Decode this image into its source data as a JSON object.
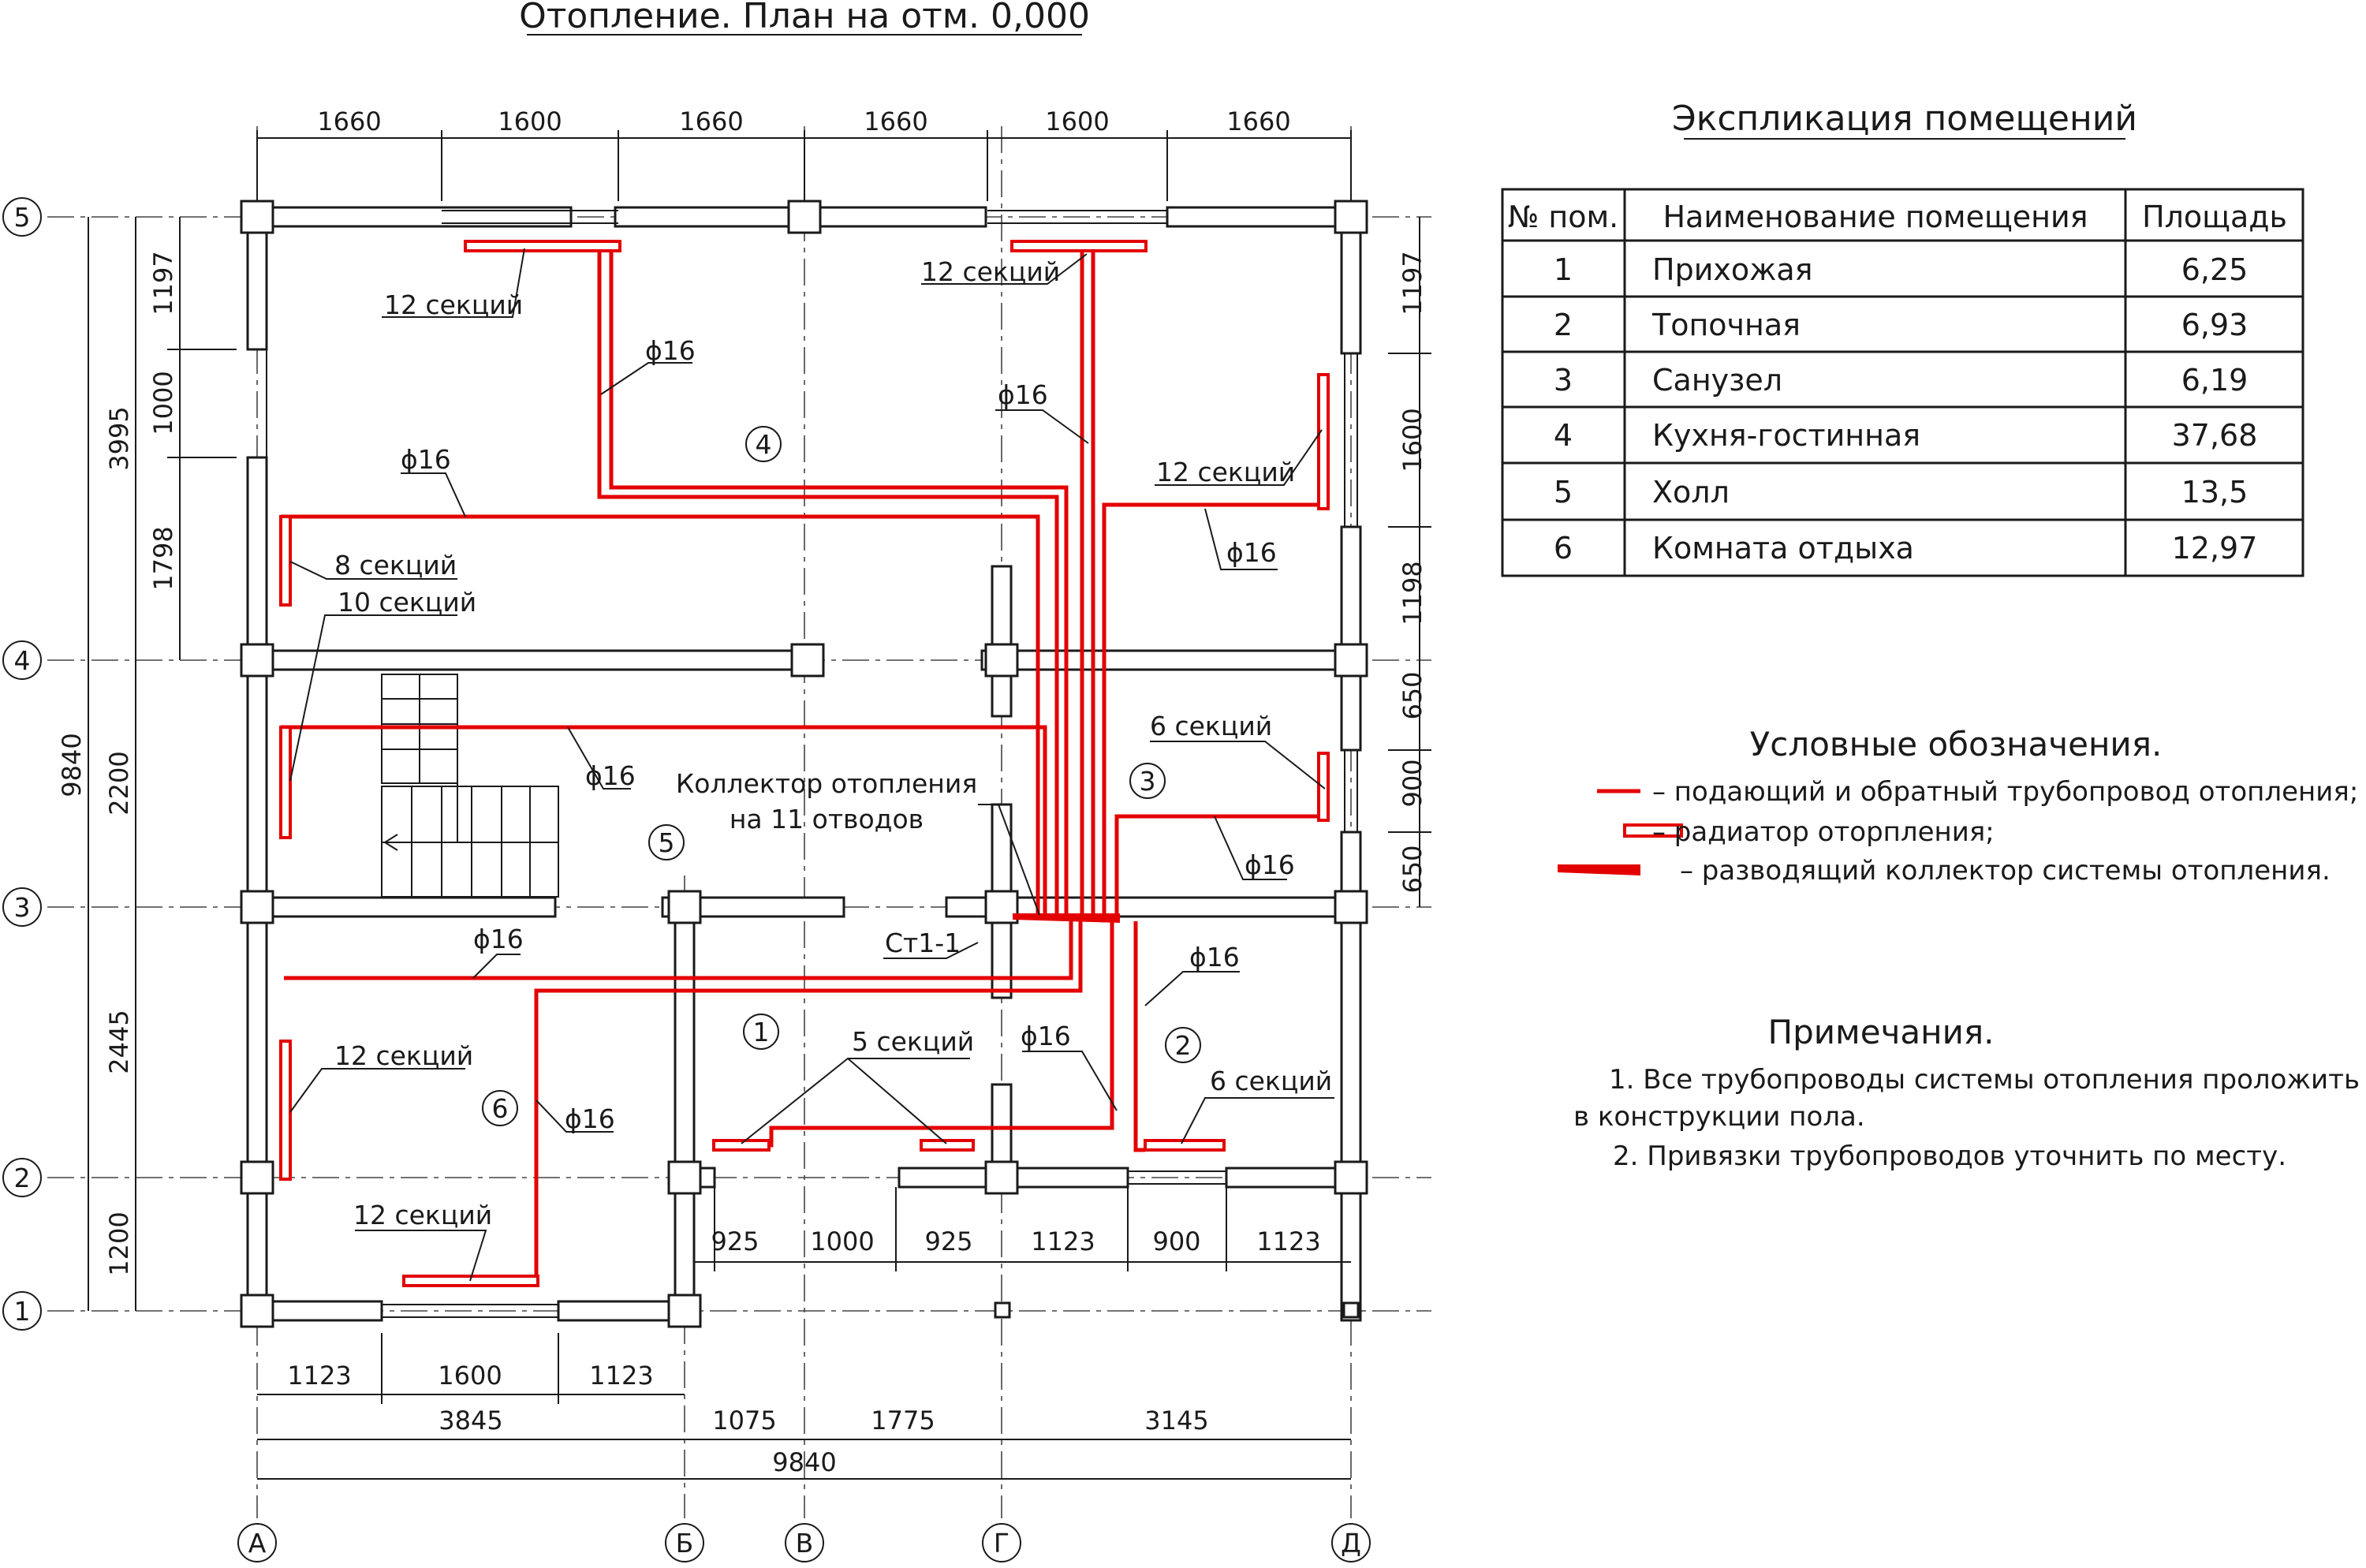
{
  "title": "Отопление. План на отм. 0,000",
  "dims": {
    "top": [
      "1660",
      "1600",
      "1660",
      "1660",
      "1600",
      "1660"
    ],
    "left_outer": "9840",
    "left_mid": [
      "3995",
      "2200",
      "2445",
      "1200"
    ],
    "left_inner": [
      "1197",
      "1000",
      "1798"
    ],
    "right": [
      "1197",
      "1600",
      "1198",
      "650",
      "900",
      "650"
    ],
    "inner_bottom": [
      "925",
      "1000",
      "925",
      "1123",
      "900",
      "1123"
    ],
    "bottom1": [
      "1123",
      "1600",
      "1123"
    ],
    "bottom2": [
      "3845",
      "1075",
      "1775",
      "3145"
    ],
    "bottom_total": "9840"
  },
  "axes": {
    "rows": [
      "5",
      "4",
      "3",
      "2",
      "1"
    ],
    "cols": [
      "А",
      "Б",
      "В",
      "Г",
      "Д"
    ]
  },
  "rooms": [
    "4",
    "3",
    "5",
    "1",
    "2",
    "6"
  ],
  "labels": {
    "s12a": "12 секций",
    "s12b": "12 секций",
    "s12c": "12 секций",
    "s8": "8 секций",
    "s10": "10 секций",
    "s6a": "6 секций",
    "s12d": "12 секций",
    "s5": "5 секций",
    "s6b": "6 секций",
    "s12e": "12 секций",
    "d16": "ϕ16",
    "collector1": "Коллектор отопления",
    "collector2": "на 11 отводов",
    "st": "Ст1-1"
  },
  "explication": {
    "title": "Экспликация помещений",
    "headers": [
      "№ пом.",
      "Наименование помещения",
      "Площадь"
    ],
    "rows": [
      {
        "num": "1",
        "name": "Прихожая",
        "area": "6,25"
      },
      {
        "num": "2",
        "name": "Топочная",
        "area": "6,93"
      },
      {
        "num": "3",
        "name": "Санузел",
        "area": "6,19"
      },
      {
        "num": "4",
        "name": "Кухня-гостинная",
        "area": "37,68"
      },
      {
        "num": "5",
        "name": "Холл",
        "area": "13,5"
      },
      {
        "num": "6",
        "name": "Комната отдыха",
        "area": "12,97"
      }
    ]
  },
  "legend": {
    "title": "Условные обозначения.",
    "pipe": "– подающий и обратный трубопровод отопления;",
    "radiator": "– радиатор оторпления;",
    "collector": "– разводящий коллектор системы отопления."
  },
  "notes": {
    "title": "Примечания.",
    "n1a": "1. Все трубопроводы системы отопления проложить",
    "n1b": "в конструкции пола.",
    "n2": "2. Привязки трубопроводов уточнить по месту."
  },
  "colors": {
    "pipe": "#e30000",
    "line": "#1a1a1a"
  }
}
